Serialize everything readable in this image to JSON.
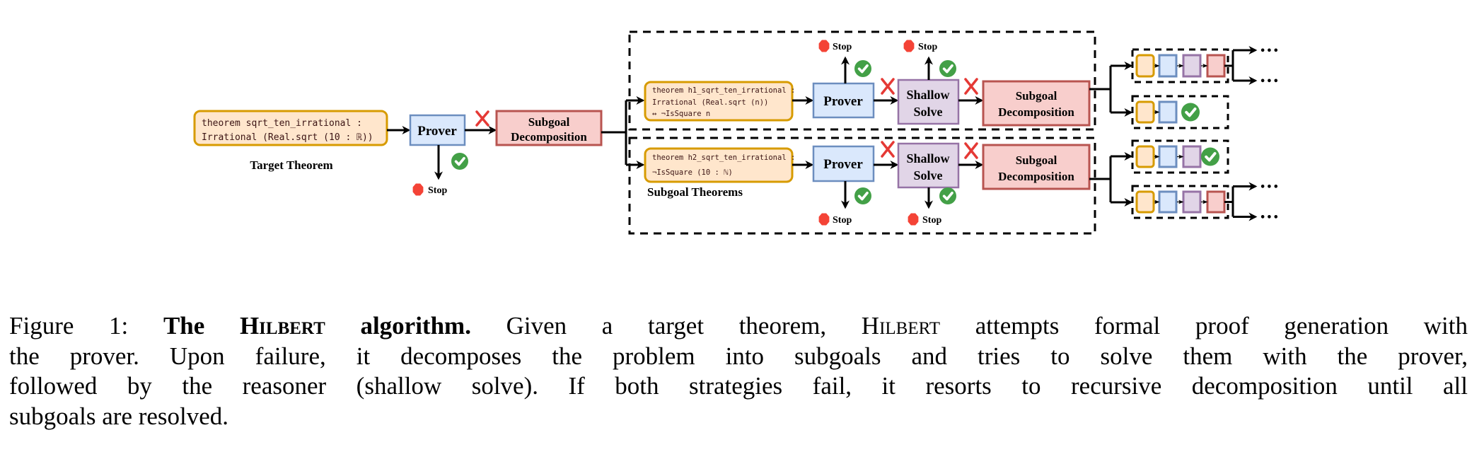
{
  "colors": {
    "theorem_fill": "#ffe6cc",
    "theorem_stroke": "#d79b00",
    "prover_fill": "#dae8fc",
    "prover_stroke": "#6c8ebf",
    "shallow_fill": "#e1d5e7",
    "shallow_stroke": "#9673a6",
    "decomp_fill": "#f8cecc",
    "decomp_stroke": "#b85450",
    "check": "#43a047",
    "stop": "#f44336",
    "fail": "#e53935"
  },
  "target": {
    "code": [
      "theorem sqrt_ten_irrational :",
      "Irrational (Real.sqrt (10 : ℝ))"
    ],
    "label": "Target Theorem"
  },
  "prover": "Prover",
  "shallow": [
    "Shallow",
    "Solve"
  ],
  "decomposition": [
    "Subgoal",
    "Decomposition"
  ],
  "stop": "Stop",
  "subgoal_1": {
    "code": [
      "theorem h1_sqrt_ten_irrational :",
      "Irrational (Real.sqrt (n))",
      "↔ ¬IsSquare n"
    ]
  },
  "subgoal_2": {
    "code": [
      "theorem h2_sqrt_ten_irrational :",
      " ¬IsSquare (10 : ℕ)"
    ]
  },
  "subgoal_label": "Subgoal Theorems",
  "ellipsis": "•••",
  "caption": {
    "fig": "Figure 1:",
    "title_pre": "The ",
    "title_name": "Hilbert",
    "title_post": " algorithm.",
    "l1_a": " Given a target theorem, ",
    "l1_name": "Hilbert",
    "l1_b": " attempts formal proof generation with",
    "l2": "the prover. Upon failure, it decomposes the problem into subgoals and tries to solve them with the prover,",
    "l3": "followed by the reasoner (shallow solve). If both strategies fail, it resorts to recursive decomposition until all",
    "l4": "subgoals are resolved."
  }
}
